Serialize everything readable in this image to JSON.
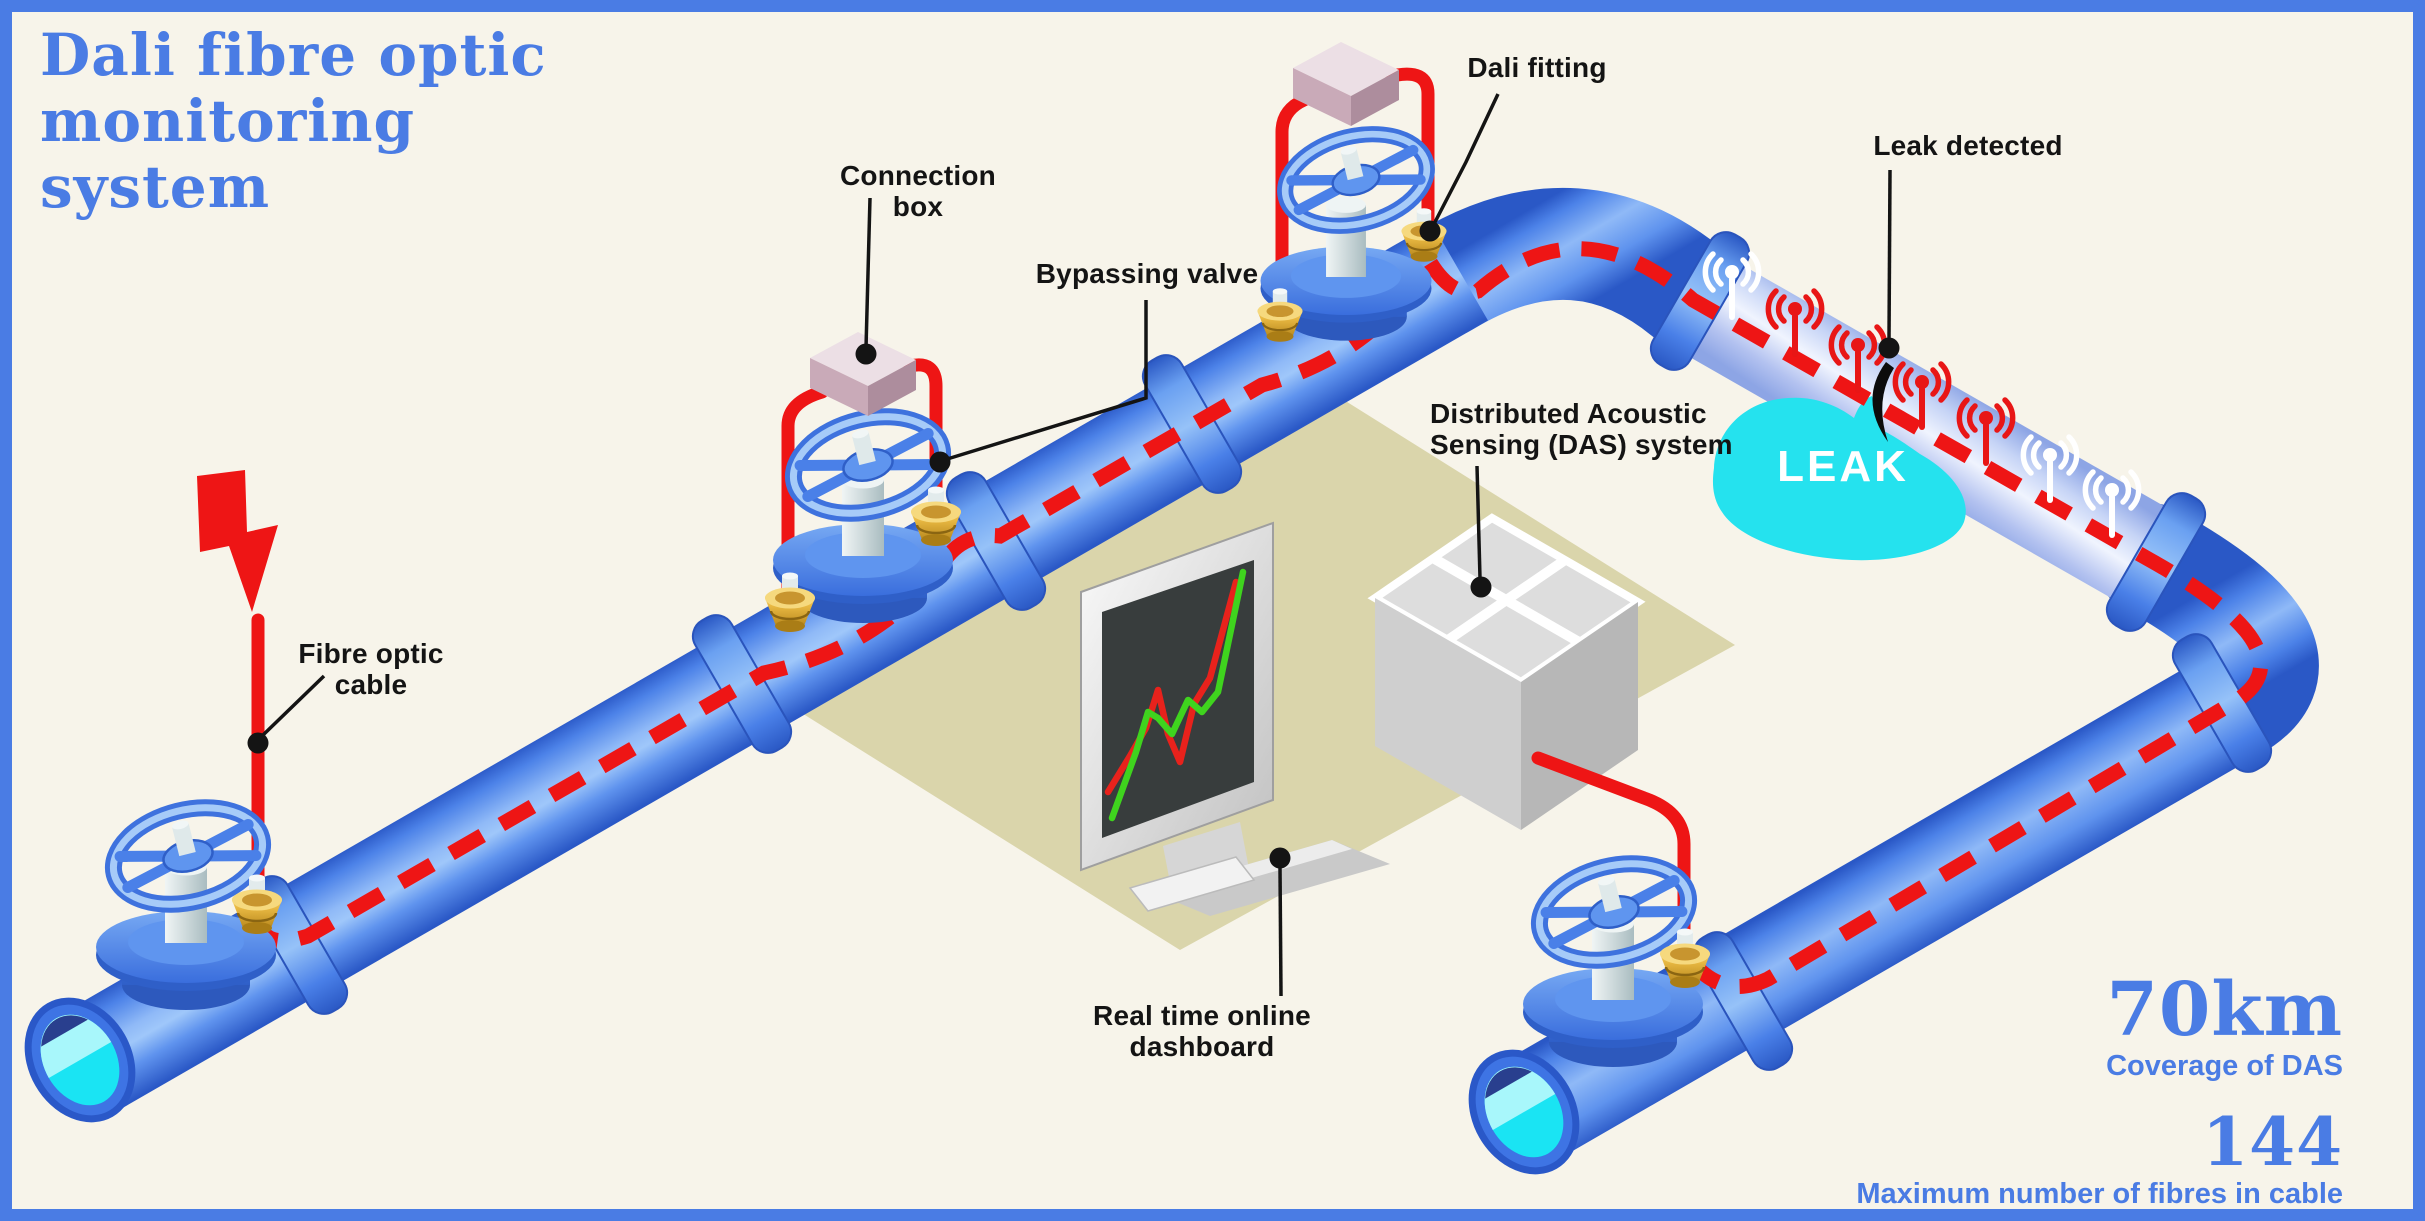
{
  "title": {
    "line1": "Dali fibre optic",
    "line2": "monitoring",
    "line3": "system"
  },
  "labels": {
    "connection_box": "Connection box",
    "bypassing_valve": "Bypassing valve",
    "dali_fitting": "Dali fitting",
    "leak_detected": "Leak detected",
    "fibre_optic_cable": "Fibre optic cable",
    "das_system_line1": "Distributed Acoustic",
    "das_system_line2": "Sensing (DAS) system",
    "dashboard_line1": "Real time online",
    "dashboard_line2": "dashboard",
    "leak_badge": "LEAK"
  },
  "stats": {
    "coverage": {
      "value": "70km",
      "caption": "Coverage of DAS"
    },
    "fibres": {
      "value": "144",
      "caption": "Maximum number of fibres in cable"
    }
  },
  "colors": {
    "accent_blue": "#4a7ce4",
    "pipe_blue": "#4a80e8",
    "leak_pipe_lavender": "#bccdf5",
    "cable_red": "#ee1515",
    "leak_cyan": "#25e2ee",
    "fitting_gold": "#eebc4e",
    "connection_box_pink": "#c9aab8",
    "background_cream": "#f7f4ea",
    "monitor_chart_green": "#3fd41e",
    "monitor_chart_red": "#e8221c"
  },
  "icons": {
    "antenna_signal_sequence": [
      "white",
      "red",
      "red",
      "red",
      "red",
      "white",
      "white"
    ],
    "valve_handwheel_count": 4
  }
}
